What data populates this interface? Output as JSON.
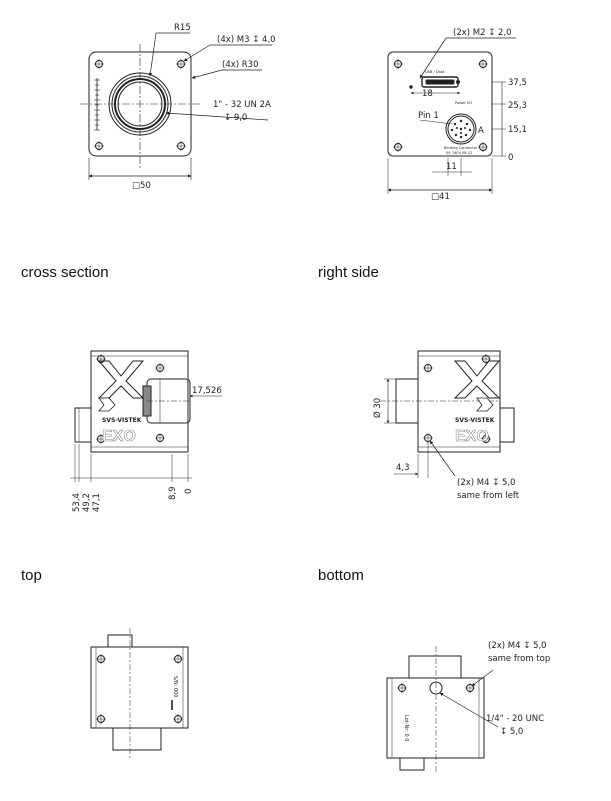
{
  "views": {
    "front": {
      "radius_label": "R15",
      "holes_label": "(4x) M3 ↧ 4,0",
      "corner_label": "(4x) R30",
      "thread_label": "1\" - 32 UN 2A",
      "thread_depth": "↧ 9,0",
      "size_label": "□50"
    },
    "back": {
      "holes_label": "(2x) M2 ↧ 2,0",
      "pin_label": "Pin 1",
      "pin_a": "A",
      "width_label": "18",
      "small_width": "11",
      "size_label": "□41",
      "heights": [
        "37,5",
        "25,3",
        "15,1",
        "0"
      ]
    },
    "cross_section": {
      "title": "cross section",
      "dim_top": "17,526",
      "bottom_dims": [
        "53,4",
        "49,2",
        "47,1",
        "8,9",
        "0"
      ]
    },
    "right_side": {
      "title": "right side",
      "diameter": "Ø 30",
      "offset": "4,3",
      "holes_label": "(2x) M4 ↧ 5,0",
      "note": "same from left"
    },
    "top": {
      "title": "top"
    },
    "bottom": {
      "title": "bottom",
      "holes_label": "(2x) M4 ↧ 5,0",
      "note": "same from top",
      "thread_label": "1/4\" - 20 UNC",
      "thread_depth": "↧ 5,0"
    },
    "logo": {
      "brand": "SVS-VISTEK",
      "model": "EXO"
    }
  }
}
